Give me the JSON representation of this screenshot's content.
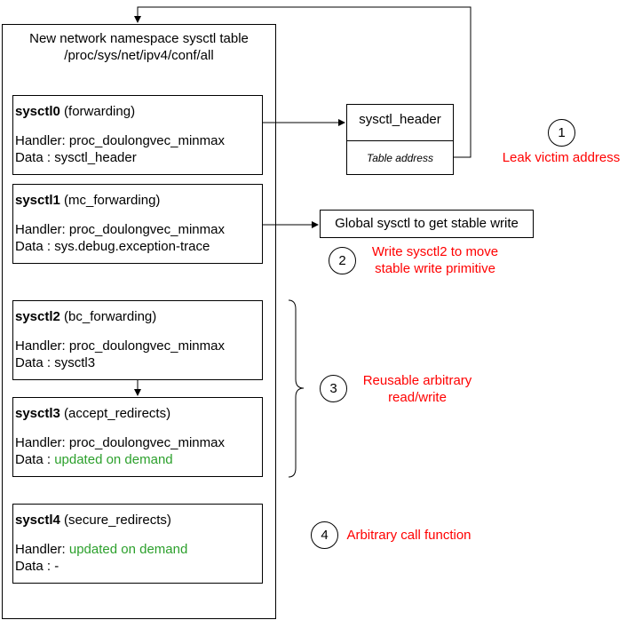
{
  "namespace": {
    "title_line1": "New network namespace sysctl table",
    "title_line2": "/proc/sys/net/ipv4/conf/all"
  },
  "sysctls": [
    {
      "name": "sysctl0",
      "param": "(forwarding)",
      "handler_label": "Handler: ",
      "handler": "proc_doulongvec_minmax",
      "data_label": "Data : ",
      "data": "sysctl_header"
    },
    {
      "name": "sysctl1",
      "param": "(mc_forwarding)",
      "handler_label": "Handler: ",
      "handler": "proc_doulongvec_minmax",
      "data_label": "Data : ",
      "data": "sys.debug.exception-trace"
    },
    {
      "name": "sysctl2",
      "param": "(bc_forwarding)",
      "handler_label": "Handler: ",
      "handler": "proc_doulongvec_minmax",
      "data_label": "Data : ",
      "data": "sysctl3"
    },
    {
      "name": "sysctl3",
      "param": "(accept_redirects)",
      "handler_label": "Handler: ",
      "handler": "proc_doulongvec_minmax",
      "data_label": "Data : ",
      "data": "updated on demand"
    },
    {
      "name": "sysctl4",
      "param": "(secure_redirects)",
      "handler_label": "Handler: ",
      "handler": "updated on demand",
      "data_label": "Data : ",
      "data": "-"
    }
  ],
  "sysctl_header": {
    "title": "sysctl_header",
    "field": "Table address"
  },
  "global_sysctl": "Global sysctl to get stable write",
  "steps": [
    {
      "number": "1",
      "text_line1": "Leak victim address",
      "text_line2": ""
    },
    {
      "number": "2",
      "text_line1": "Write sysctl2 to move",
      "text_line2": "stable write primitive"
    },
    {
      "number": "3",
      "text_line1": "Reusable arbitrary",
      "text_line2": "read/write"
    },
    {
      "number": "4",
      "text_line1": "Arbitrary call function",
      "text_line2": ""
    }
  ],
  "colors": {
    "annotation": "#ff0000",
    "dynamic_value": "#2ca02c",
    "line": "#000000"
  }
}
